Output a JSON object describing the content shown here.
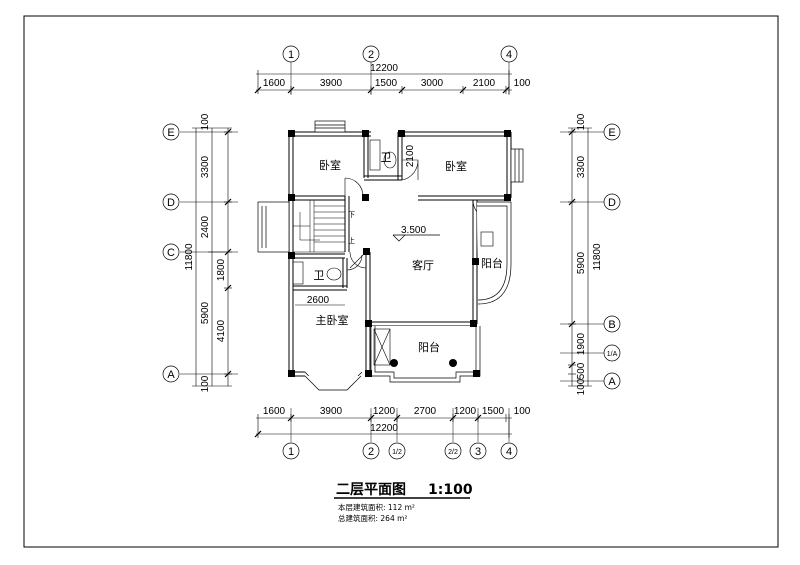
{
  "title": "二层平面图",
  "scale": "1:100",
  "notes": [
    "本层建筑面积: 112 m²",
    "总建筑面积: 264 m²"
  ],
  "top_dims": {
    "total": "12200",
    "segments": [
      "1600",
      "3900",
      "1500",
      "3000",
      "2100",
      "100"
    ]
  },
  "top_axes": [
    "1",
    "2",
    "4"
  ],
  "bottom_dims": {
    "total": "12200",
    "segments": [
      "1600",
      "3900",
      "1200",
      "2700",
      "1200",
      "1500",
      "100"
    ]
  },
  "bottom_axes": [
    "1",
    "2",
    "1/2",
    "2/2",
    "3",
    "4"
  ],
  "left_dims": {
    "total": "11800",
    "segments": [
      "100",
      "3300",
      "2400",
      "1800",
      "4100",
      "100"
    ],
    "sub": "5900"
  },
  "left_axes": [
    "E",
    "D",
    "C",
    "A"
  ],
  "right_dims": {
    "total": "11800",
    "segments": [
      "100",
      "3300",
      "5900",
      "1900",
      "500",
      "100"
    ]
  },
  "right_axes": [
    "E",
    "D",
    "B",
    "1/A",
    "A"
  ],
  "rooms": {
    "bed1": "卧室",
    "bath1": "卫",
    "bed2": "卧室",
    "living": "客厅",
    "balcony_r": "阳台",
    "bath2": "卫",
    "master": "主卧室",
    "balcony_b": "阳台"
  },
  "inner_dims": {
    "bath_height": "2100",
    "master_width": "2600"
  },
  "elevation": "3.500",
  "stair": {
    "up1": "下",
    "up2": "上"
  }
}
